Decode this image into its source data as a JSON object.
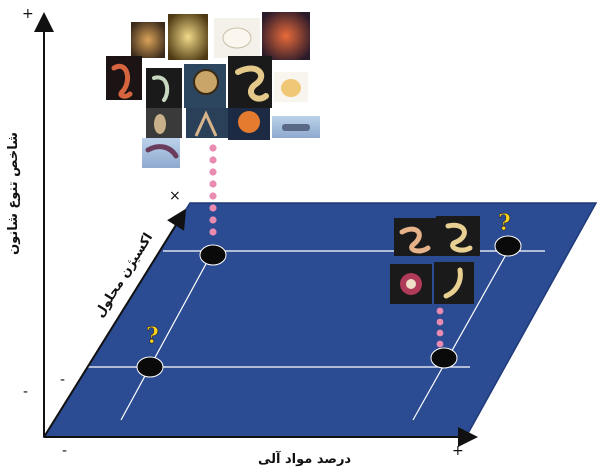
{
  "axes": {
    "y_label": "شاخص تنوع شانون",
    "x_label": "درصد مواد آلی",
    "z_label": "اکسیژن محلول",
    "y_plus": "+",
    "y_minus": "-",
    "x_minus": "-",
    "x_plus": "+",
    "z_minus": "-",
    "z_plus": "×"
  },
  "markers": {
    "question_mark": "?"
  },
  "colors": {
    "plane": "#2b4b92",
    "plane_edge": "#1f3a78",
    "grid_line": "#ffffff",
    "node": "#0a0a0a",
    "dots": "#e98bb0",
    "question": "#ffd21c"
  },
  "organisms": {
    "high_diversity_count": 15,
    "low_diversity_count": 4
  }
}
